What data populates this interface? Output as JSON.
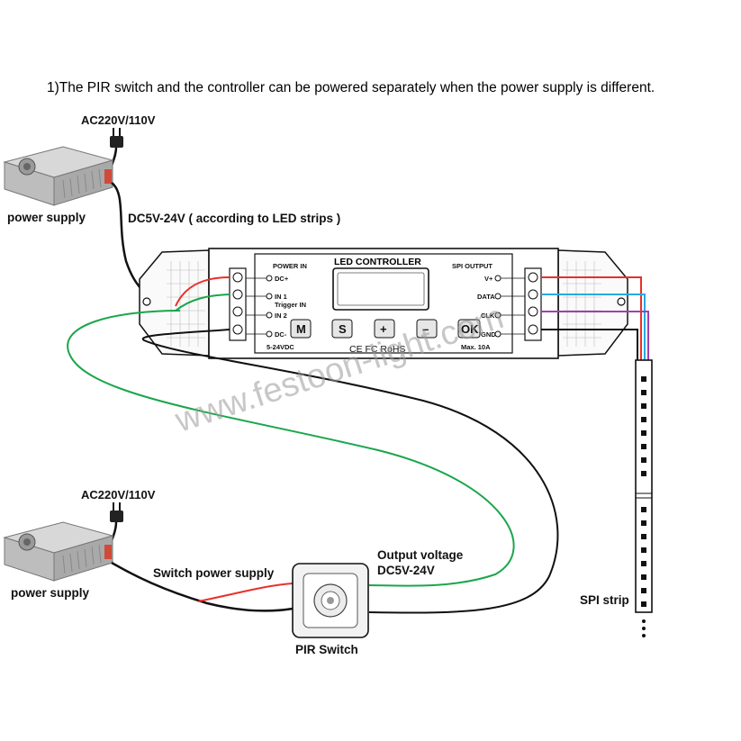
{
  "header": {
    "text": "1)The PIR switch and the controller can be powered separately when the power supply is different."
  },
  "top_supply": {
    "ac_label": "AC220V/110V",
    "name": "power supply",
    "dc_label": "DC5V-24V ( according to LED strips )"
  },
  "bottom_supply": {
    "ac_label": "AC220V/110V",
    "name": "power supply",
    "switch_label": "Switch power supply"
  },
  "controller": {
    "title": "LED CONTROLLER",
    "power_in": "POWER IN",
    "dc_plus": "DC+",
    "in1": "IN 1",
    "trigger_in": "Trigger IN",
    "in2": "IN 2",
    "dc_minus": "DC-",
    "voltage": "5-24VDC",
    "certs": "CE FC RoHS",
    "spi_output": "SPI OUTPUT",
    "vplus": "V+",
    "data": "DATA",
    "clk": "CLK",
    "gnd": "GND",
    "max": "Max. 10A",
    "buttons": [
      "M",
      "S",
      "+",
      "–",
      "OK"
    ]
  },
  "pir": {
    "name": "PIR Switch",
    "output_line1": "Output voltage",
    "output_line2": "DC5V-24V"
  },
  "strip": {
    "name": "SPI strip"
  },
  "watermark": "www.festoon-light.com",
  "colors": {
    "red_wire": "#e8302a",
    "green_wire": "#1aa64a",
    "blue_wire": "#2aa9e0",
    "purple_wire": "#a040b0",
    "black_wire": "#111111"
  }
}
